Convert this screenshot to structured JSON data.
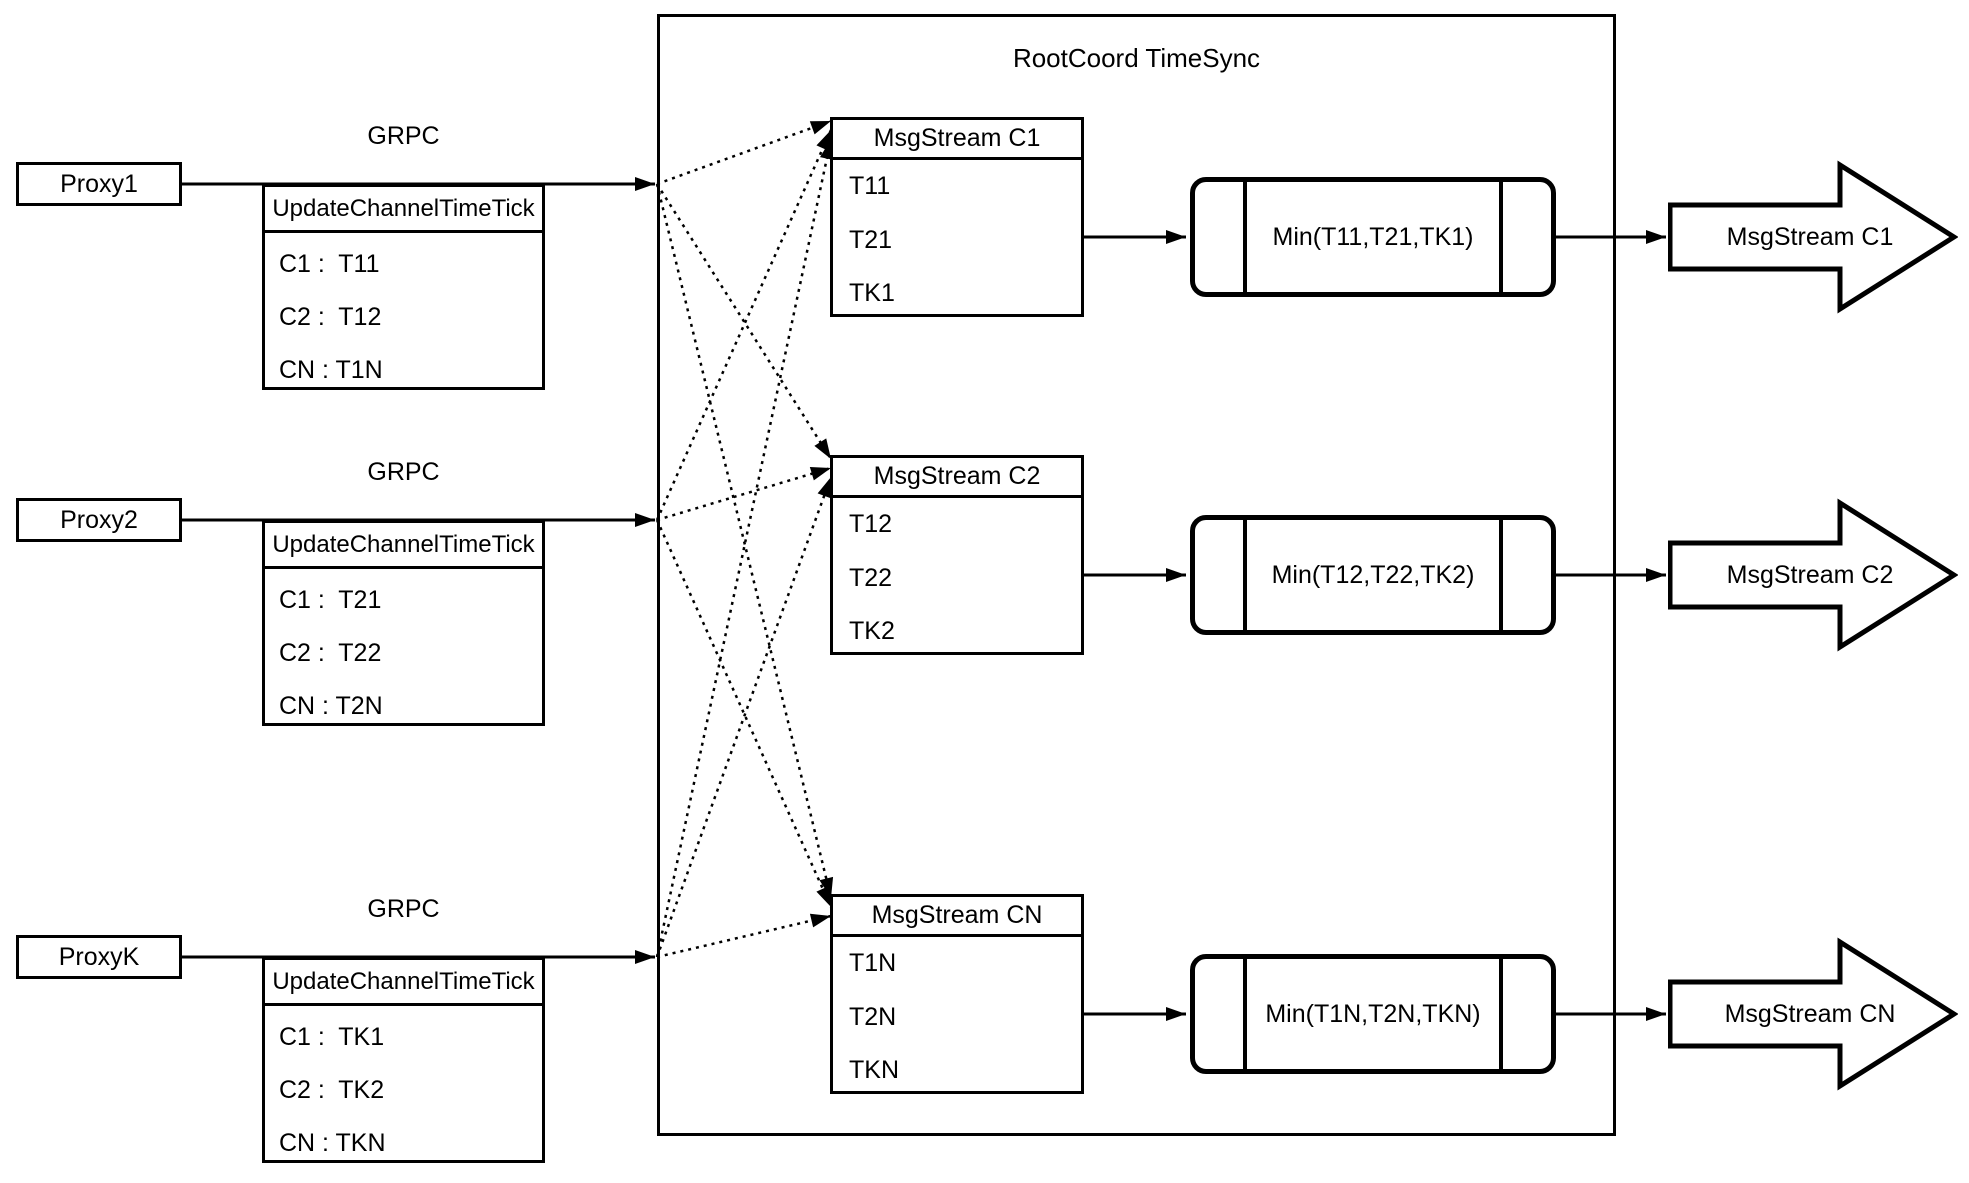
{
  "diagram": {
    "title": "RootCoord TimeSync",
    "colors": {
      "line": "#000000",
      "background": "#ffffff"
    },
    "bands": [
      {
        "proxy_label": "Proxy1",
        "grpc_label": "GRPC",
        "update_table": {
          "header": "UpdateChannelTimeTick",
          "rows": [
            "C1 :  T11",
            "C2 :  T12",
            "CN : T1N"
          ]
        },
        "msg_table": {
          "header": "MsgStream C1",
          "rows": [
            "T11",
            "T21",
            "TK1"
          ]
        },
        "min_label": "Min(T11,T21,TK1)",
        "output_arrow_label": "MsgStream C1"
      },
      {
        "proxy_label": "Proxy2",
        "grpc_label": "GRPC",
        "update_table": {
          "header": "UpdateChannelTimeTick",
          "rows": [
            "C1 :  T21",
            "C2 :  T22",
            "CN : T2N"
          ]
        },
        "msg_table": {
          "header": "MsgStream C2",
          "rows": [
            "T12",
            "T22",
            "TK2"
          ]
        },
        "min_label": "Min(T12,T22,TK2)",
        "output_arrow_label": "MsgStream C2"
      },
      {
        "proxy_label": "ProxyK",
        "grpc_label": "GRPC",
        "update_table": {
          "header": "UpdateChannelTimeTick",
          "rows": [
            "C1 :  TK1",
            "C2 :  TK2",
            "CN : TKN"
          ]
        },
        "msg_table": {
          "header": "MsgStream CN",
          "rows": [
            "T1N",
            "T2N",
            "TKN"
          ]
        },
        "min_label": "Min(T1N,T2N,TKN)",
        "output_arrow_label": "MsgStream CN"
      }
    ]
  }
}
